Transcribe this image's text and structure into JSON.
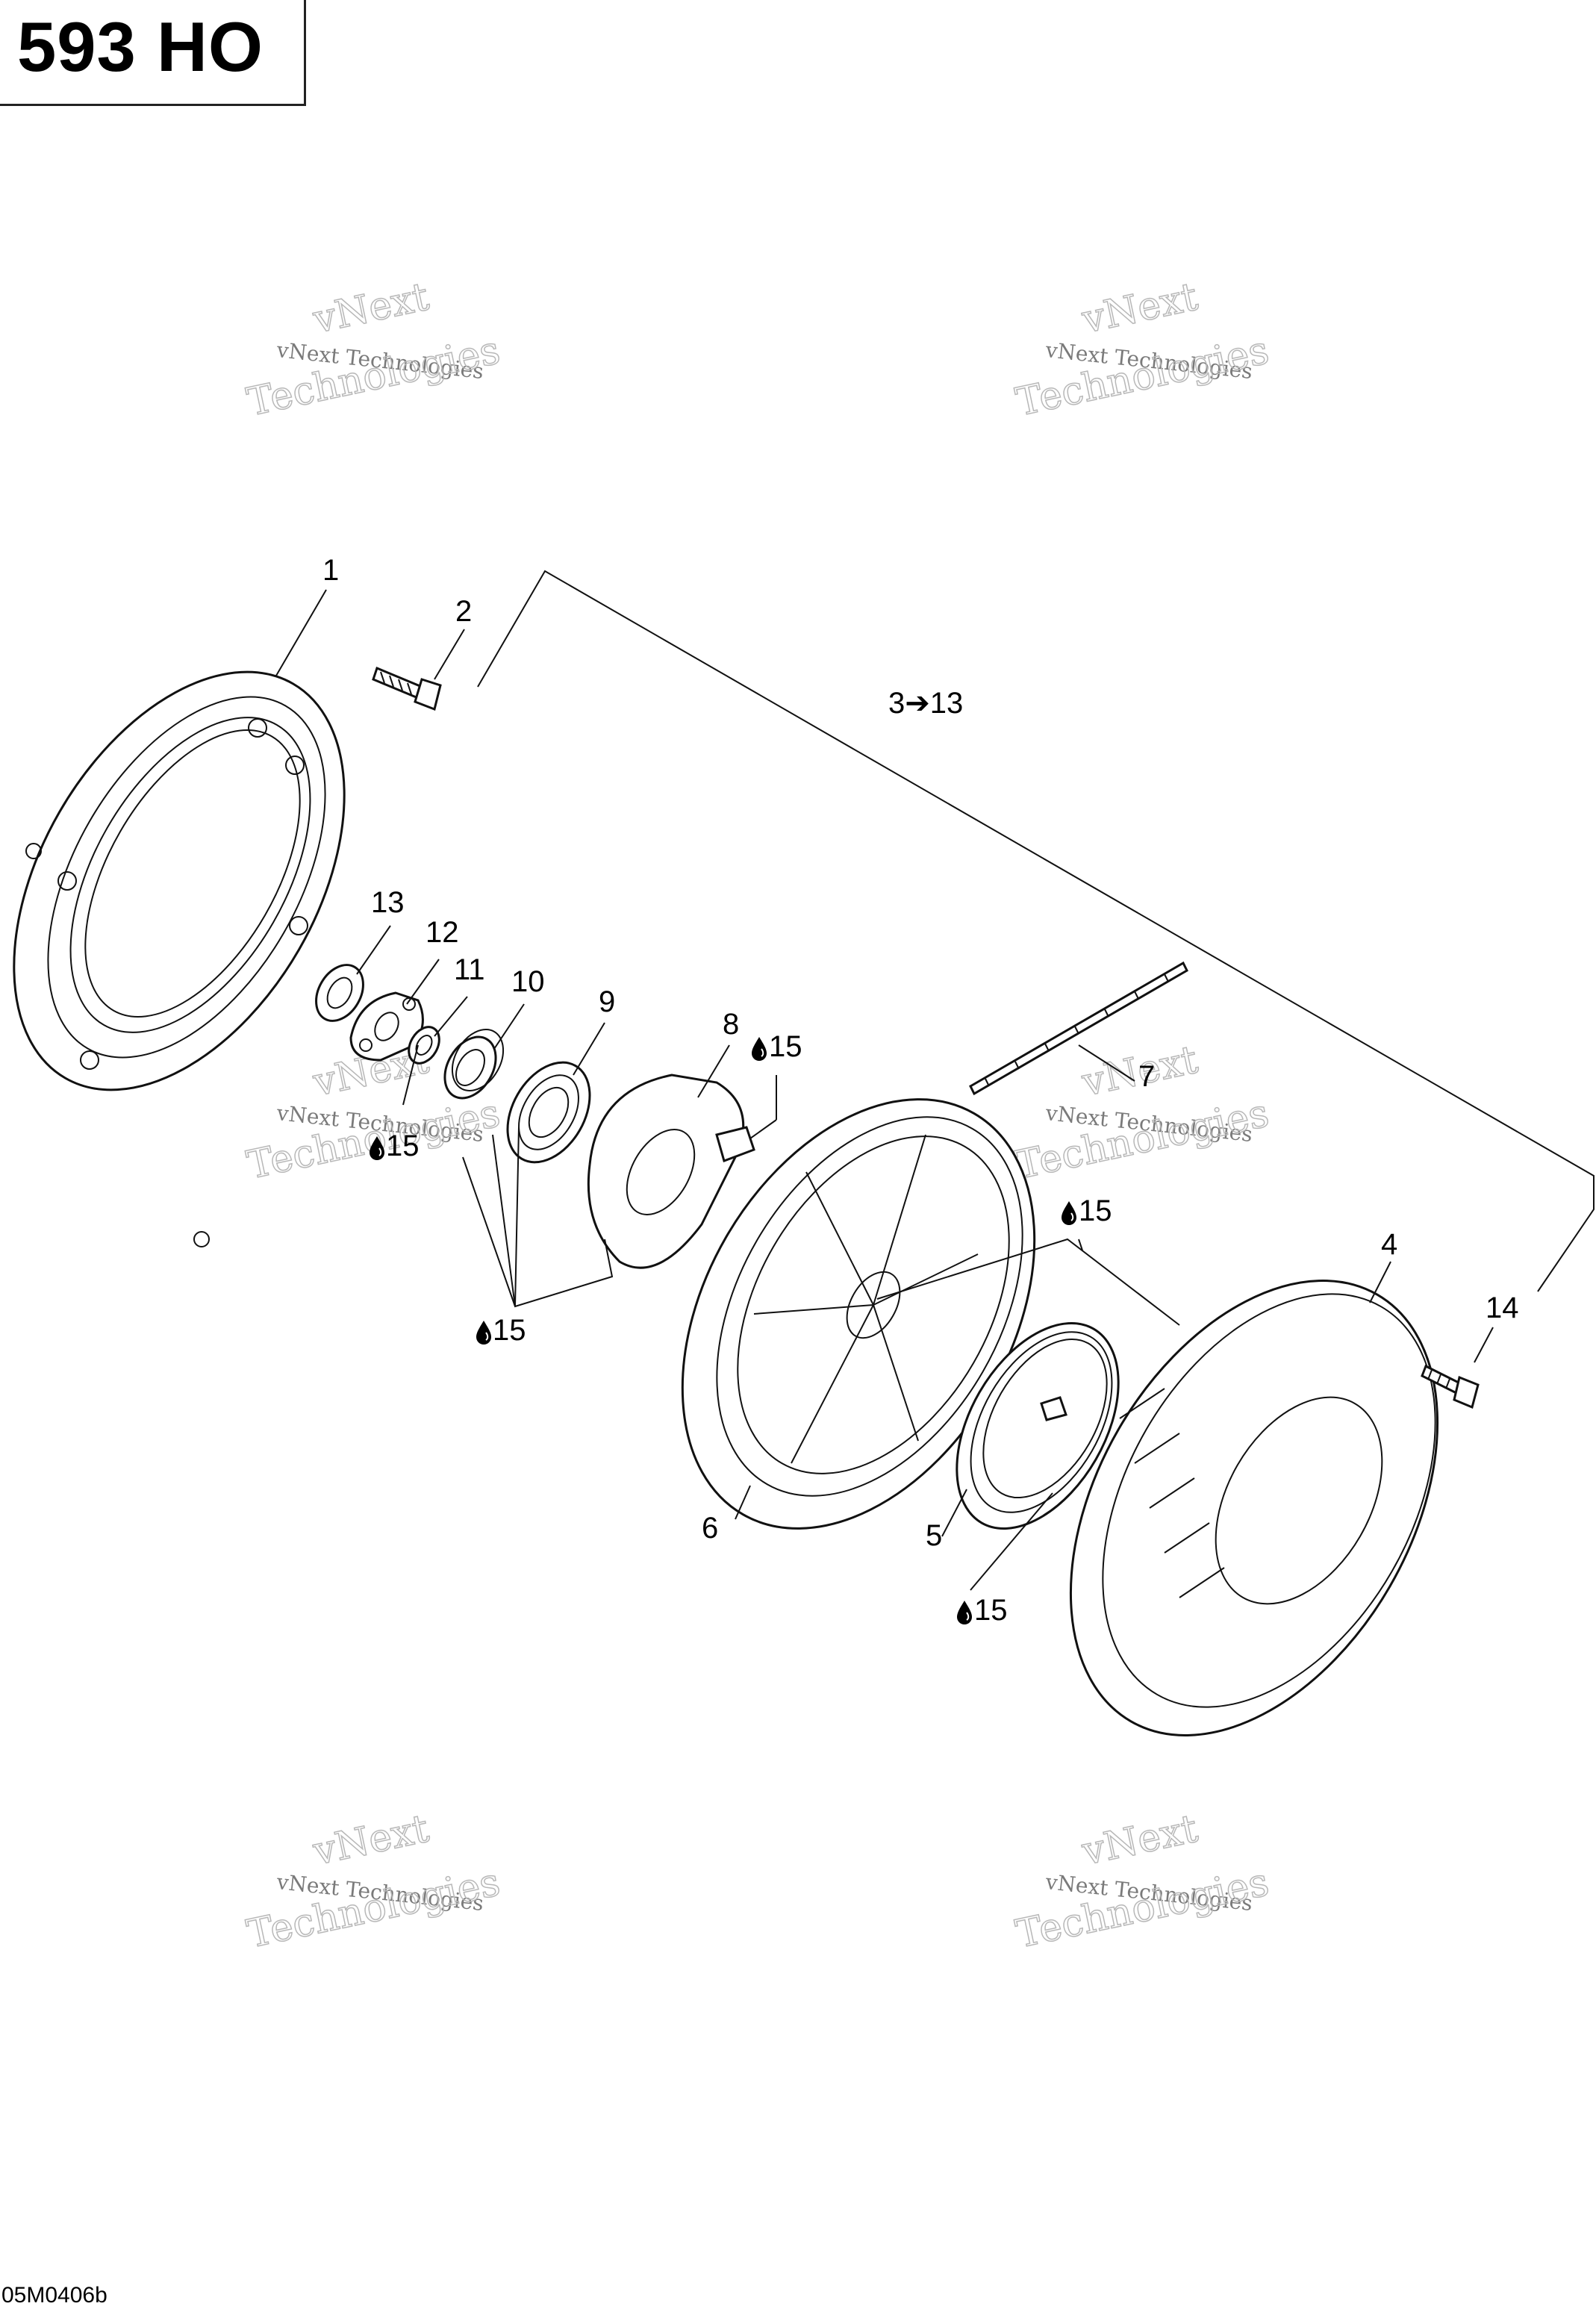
{
  "title": "593 HO",
  "reference_code": "05M0406b",
  "watermark": {
    "line1": "vNext Technologies",
    "line2": "vNext",
    "line3": "Technologies"
  },
  "callouts": {
    "c1": "1",
    "c2": "2",
    "c3_13": "3➔13",
    "c4": "4",
    "c5": "5",
    "c6": "6",
    "c7": "7",
    "c8": "8",
    "c9": "9",
    "c10": "10",
    "c11": "11",
    "c12": "12",
    "c13": "13",
    "c14": "14",
    "c15a": "15",
    "c15b": "15",
    "c15c": "15",
    "c15d": "15",
    "c15e": "15"
  },
  "icons": {
    "lubricant": "oil-drop-icon"
  }
}
